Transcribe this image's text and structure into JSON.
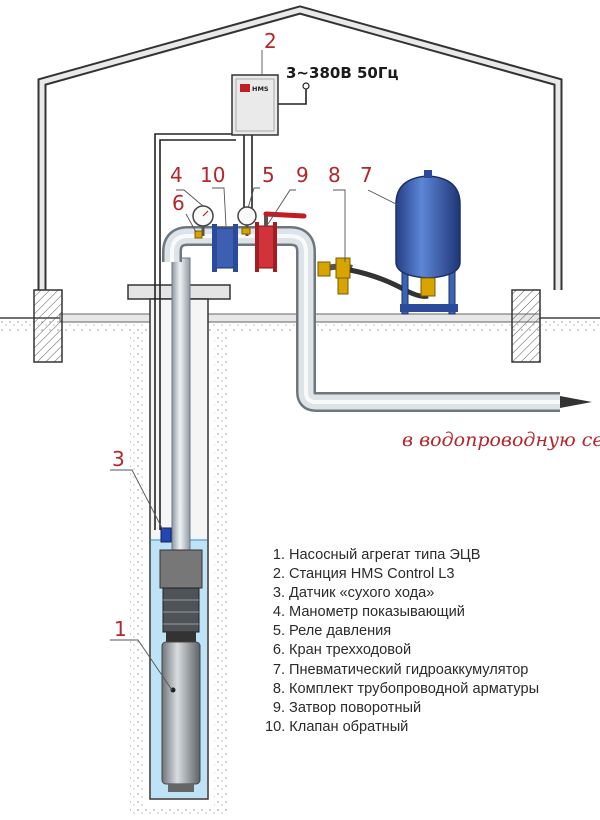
{
  "power_supply": "3~380В 50Гц",
  "destination": "в водопроводную сеть",
  "control_box_logo": "HMS",
  "callouts": [
    "1",
    "2",
    "3",
    "4",
    "5",
    "6",
    "7",
    "8",
    "9",
    "10"
  ],
  "legend": [
    {
      "num": "1.",
      "text": "Насосный агрегат типа ЭЦВ"
    },
    {
      "num": "2.",
      "text": "Станция HMS Control L3"
    },
    {
      "num": "3.",
      "text": "Датчик «сухого хода»"
    },
    {
      "num": "4.",
      "text": "Манометр показывающий"
    },
    {
      "num": "5.",
      "text": "Реле давления"
    },
    {
      "num": "6.",
      "text": "Кран трехходовой"
    },
    {
      "num": "7.",
      "text": "Пневматический гидроаккумулятор"
    },
    {
      "num": "8.",
      "text": "Комплект трубопроводной арматуры"
    },
    {
      "num": "9.",
      "text": "Затвор поворотный"
    },
    {
      "num": "10.",
      "text": "Клапан обратный"
    }
  ],
  "colors": {
    "accent": "#b3262a",
    "pipe": "#c9d2d8",
    "tank": "#3a64b4",
    "water": "#bfe3f6"
  }
}
